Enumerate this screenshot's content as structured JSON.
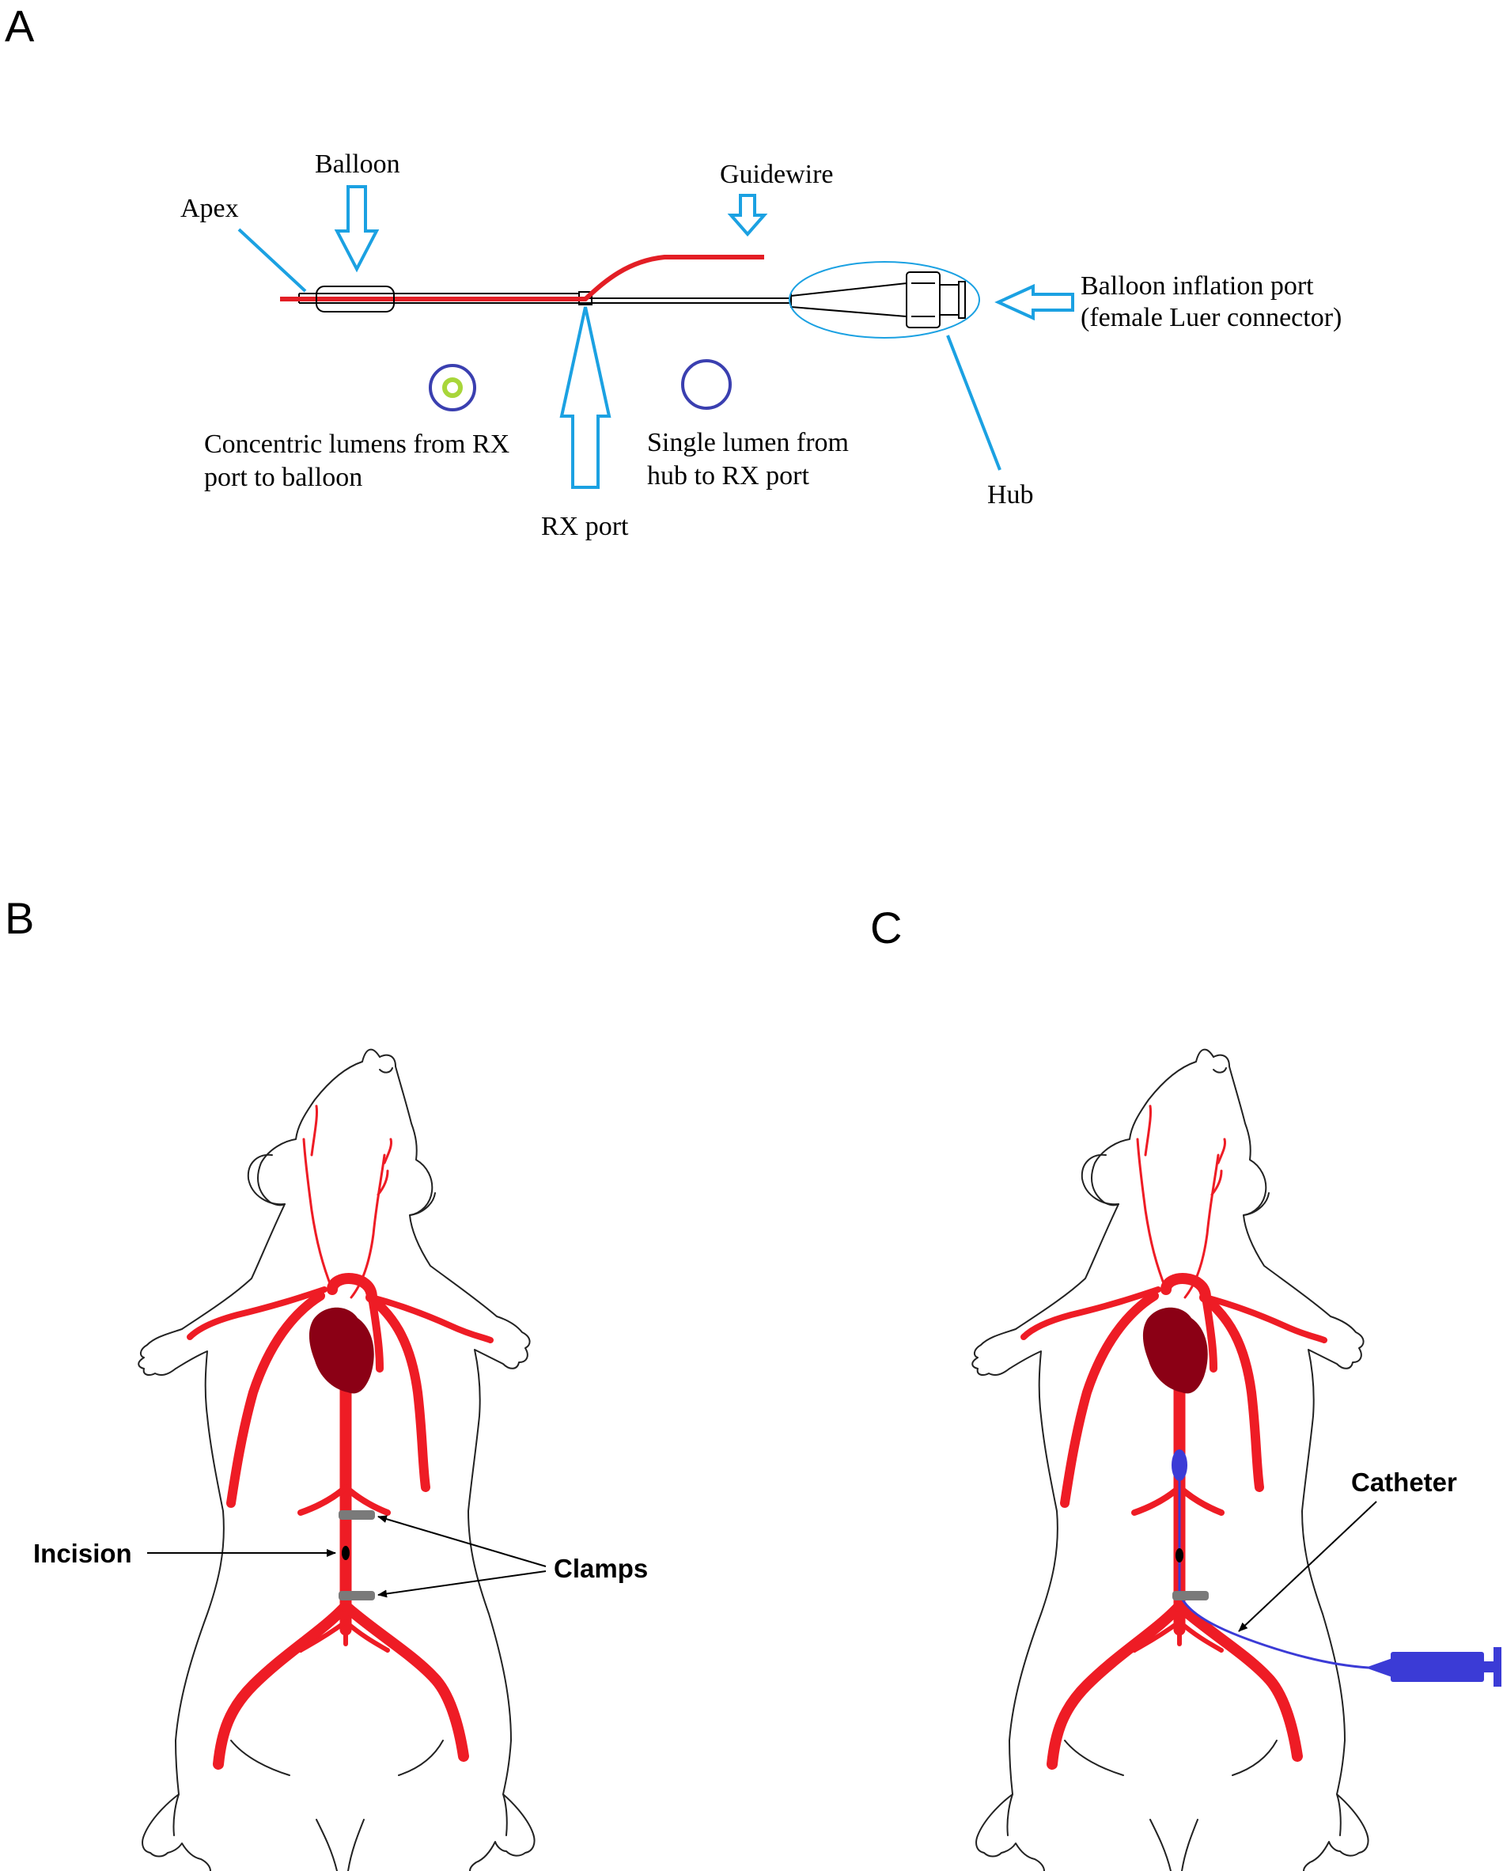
{
  "panels": {
    "a": "A",
    "b": "B",
    "c": "C"
  },
  "panel_a": {
    "labels": {
      "apex": "Apex",
      "balloon": "Balloon",
      "guidewire": "Guidewire",
      "inflation_port_line1": "Balloon inflation port",
      "inflation_port_line2": "(female Luer connector)",
      "concentric_line1": "Concentric lumens from RX",
      "concentric_line2": "port to balloon",
      "rx_port": "RX port",
      "single_line1": "Single lumen from",
      "single_line2": "hub to RX port",
      "hub": "Hub"
    },
    "colors": {
      "guidewire": "#e31e25",
      "arrow": "#1ba1e2",
      "lumen_outer": "#3a3fb0",
      "lumen_inner": "#a8d63a"
    }
  },
  "panel_b": {
    "labels": {
      "incision": "Incision",
      "clamps": "Clamps"
    }
  },
  "panel_c": {
    "labels": {
      "catheter": "Catheter"
    }
  },
  "colors": {
    "vessel": "#ee1c25",
    "heart": "#8b0015",
    "clamp": "#7a7a7a",
    "catheter": "#3b3bd6"
  }
}
